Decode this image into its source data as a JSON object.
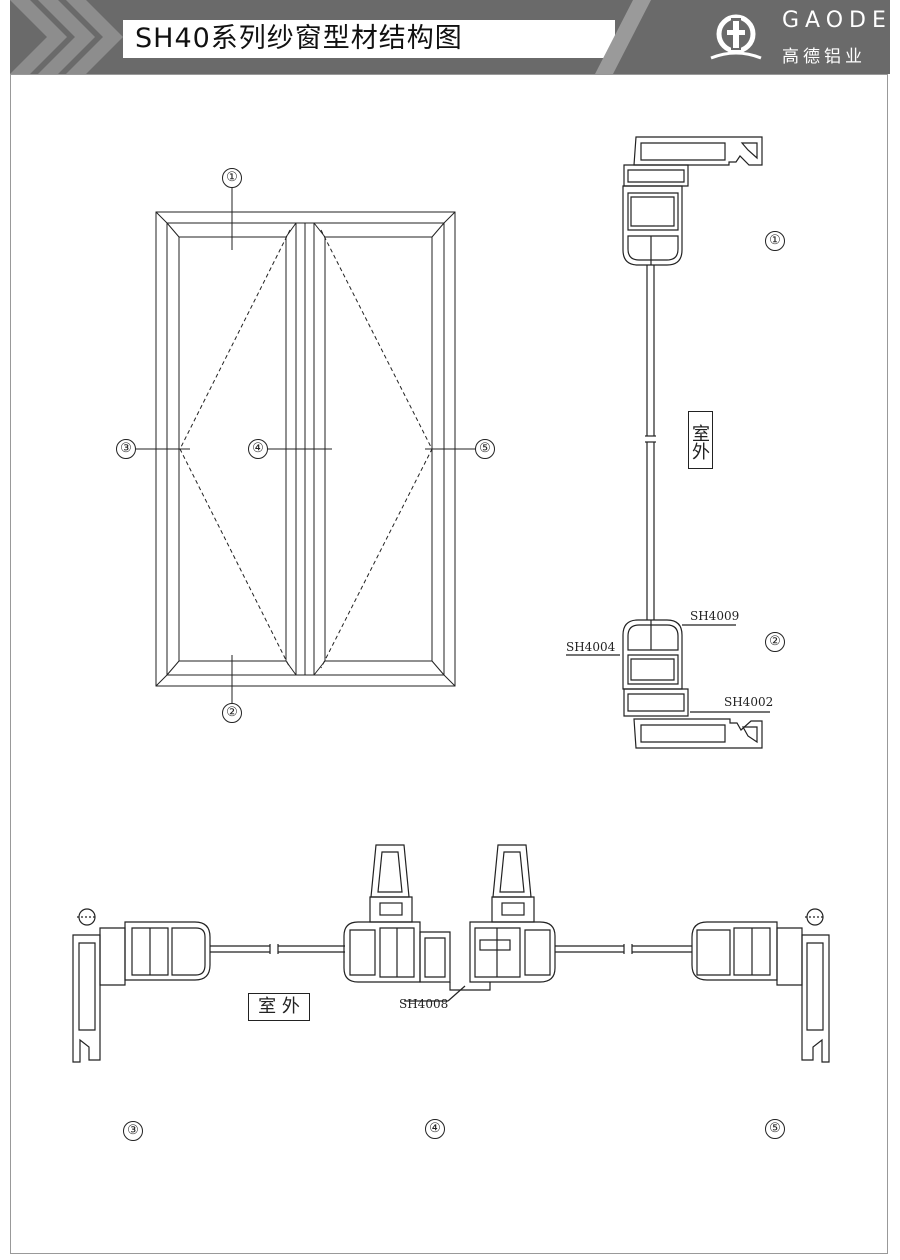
{
  "header": {
    "title": "SH40系列纱窗型材结构图",
    "logo_en": "GAODE",
    "logo_cn": "高德铝业",
    "background_color": "#6a6a6a",
    "logo_icon": "gaode-logo-icon"
  },
  "elevation": {
    "markers": [
      "①",
      "②",
      "③",
      "④",
      "⑤"
    ]
  },
  "vertical_section": {
    "marker_top": "①",
    "marker_bottom": "②",
    "outdoor_label": "室外",
    "parts": [
      "SH4009",
      "SH4004",
      "SH4002"
    ]
  },
  "horizontal_section": {
    "outdoor_label": "室 外",
    "part": "SH4008",
    "markers": [
      "③",
      "④",
      "⑤"
    ]
  }
}
